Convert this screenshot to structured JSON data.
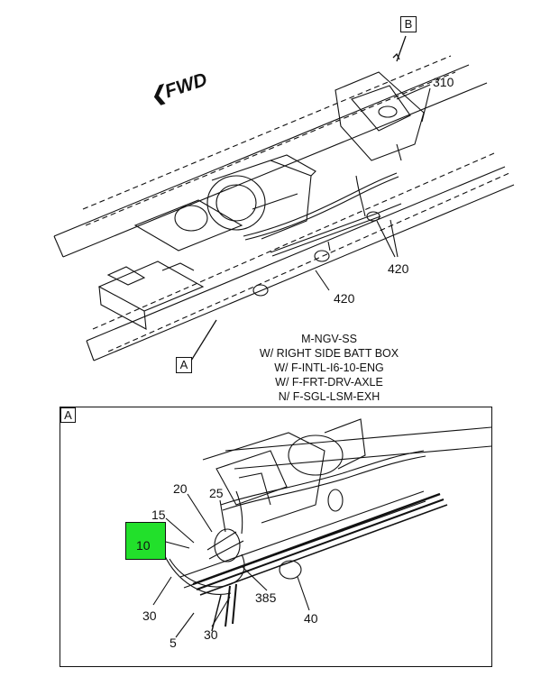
{
  "view_labels": {
    "b": "B",
    "a": "A",
    "detail": "A"
  },
  "fwd_text": "FWD",
  "callouts": {
    "c310": "310",
    "c420_right": "420",
    "c420_bottom": "420",
    "c10": "10",
    "c15": "15",
    "c20": "20",
    "c25": "25",
    "c385": "385",
    "c30_left": "30",
    "c30_bottom": "30",
    "c5": "5",
    "c40": "40"
  },
  "notes": [
    "M-NGV-SS",
    "W/ RIGHT SIDE BATT BOX",
    "W/ F-INTL-I6-10-ENG",
    "W/ F-FRT-DRV-AXLE",
    "N/ F-SGL-LSM-EXH"
  ],
  "highlight_color": "#22e02b"
}
